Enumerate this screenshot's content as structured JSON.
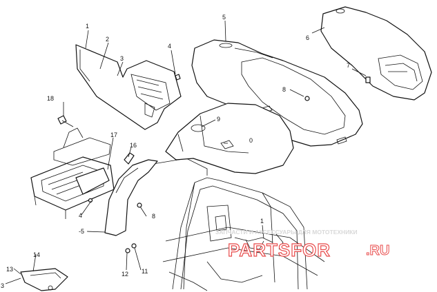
{
  "callouts": [
    {
      "id": "c1",
      "label": "1"
    },
    {
      "id": "c2",
      "label": "2"
    },
    {
      "id": "c3",
      "label": "3"
    },
    {
      "id": "c4",
      "label": "4"
    },
    {
      "id": "c5",
      "label": "5"
    },
    {
      "id": "c6",
      "label": "6"
    },
    {
      "id": "c7",
      "label": "7"
    },
    {
      "id": "c8",
      "label": "8"
    },
    {
      "id": "c9",
      "label": "9"
    },
    {
      "id": "c10",
      "label": "0"
    },
    {
      "id": "c18",
      "label": "18"
    },
    {
      "id": "c17",
      "label": "17"
    },
    {
      "id": "c16",
      "label": "16"
    },
    {
      "id": "c4b",
      "label": "4"
    },
    {
      "id": "c8b",
      "label": "8"
    },
    {
      "id": "c15",
      "label": "-5"
    },
    {
      "id": "c1b",
      "label": "1"
    },
    {
      "id": "c14",
      "label": "14"
    },
    {
      "id": "c13",
      "label": "13"
    },
    {
      "id": "c3b",
      "label": "3"
    },
    {
      "id": "c12",
      "label": "12"
    },
    {
      "id": "c11",
      "label": "11"
    }
  ],
  "watermark": {
    "tagline": "ЗАПЧАСТИ И АКСЕССУАРЫ ДЛЯ МОТОТЕХНИКИ",
    "logo": "PARTSFOR",
    "domain": ".RU",
    "accent_color": "#e84a4a"
  }
}
